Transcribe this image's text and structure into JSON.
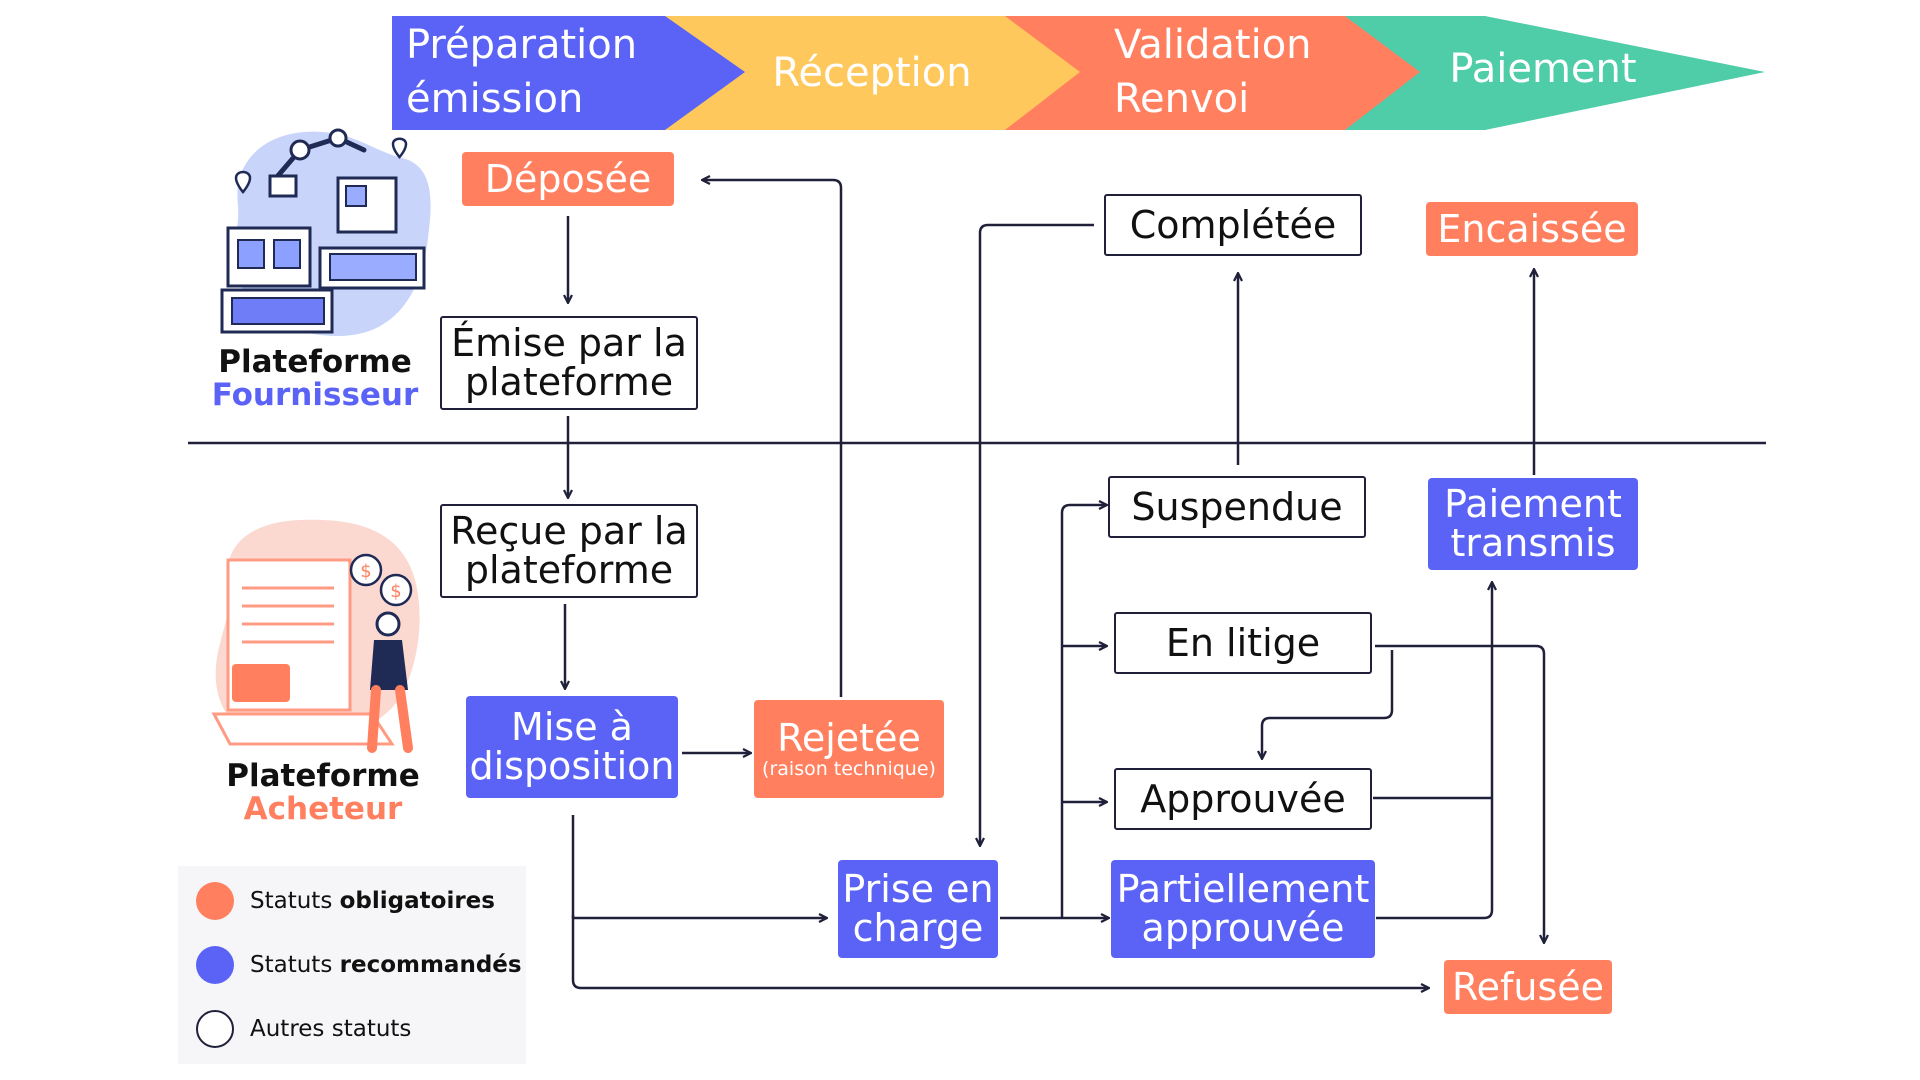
{
  "phases": [
    {
      "line1": "Préparation",
      "line2": "émission",
      "color": "#5A63F5"
    },
    {
      "line1": "Réception",
      "line2": "",
      "color": "#FFC85C"
    },
    {
      "line1": "Validation",
      "line2": "Renvoi",
      "color": "#FF7F5F"
    },
    {
      "line1": "Paiement",
      "line2": "",
      "color": "#4FCCA8"
    }
  ],
  "platforms": {
    "supplier": {
      "line1": "Plateforme",
      "line2": "Fournisseur",
      "accent": "#5A63F5"
    },
    "buyer": {
      "line1": "Plateforme",
      "line2": "Acheteur",
      "accent": "#FF7F5F"
    }
  },
  "nodes": {
    "deposee": {
      "line1": "Déposée",
      "type": "mandatory"
    },
    "emise": {
      "line1": "Émise par la",
      "line2": "plateforme",
      "type": "other"
    },
    "recue": {
      "line1": "Reçue par la",
      "line2": "plateforme",
      "type": "other"
    },
    "mise": {
      "line1": "Mise à",
      "line2": "disposition",
      "type": "recommended"
    },
    "rejetee": {
      "line1": "Rejetée",
      "sub": "(raison technique)",
      "type": "mandatory"
    },
    "prise": {
      "line1": "Prise en",
      "line2": "charge",
      "type": "recommended"
    },
    "completee": {
      "line1": "Complétée",
      "type": "other"
    },
    "suspendue": {
      "line1": "Suspendue",
      "type": "other"
    },
    "litige": {
      "line1": "En litige",
      "type": "other"
    },
    "approuvee": {
      "line1": "Approuvée",
      "type": "other"
    },
    "partielle": {
      "line1": "Partiellement",
      "line2": "approuvée",
      "type": "recommended"
    },
    "encaissee": {
      "line1": "Encaissée",
      "type": "mandatory"
    },
    "paiement": {
      "line1": "Paiement",
      "line2": "transmis",
      "type": "recommended"
    },
    "refusee": {
      "line1": "Refusée",
      "type": "mandatory"
    }
  },
  "legend": [
    {
      "prefix": "Statuts ",
      "bold": "obligatoires",
      "type": "mandatory"
    },
    {
      "prefix": "Statuts ",
      "bold": "recommandés",
      "type": "recommended"
    },
    {
      "prefix": "Autres statuts",
      "bold": "",
      "type": "other"
    }
  ],
  "colors": {
    "mandatory": "#FF7F5F",
    "recommended": "#5A63F5",
    "other": "#ffffff",
    "line": "#20203a"
  }
}
